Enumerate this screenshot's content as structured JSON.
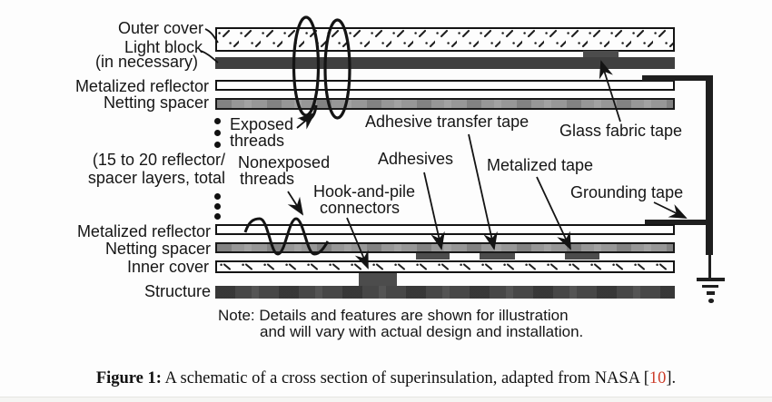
{
  "figure": {
    "labels": {
      "outer_cover": "Outer cover",
      "light_block": "Light block",
      "light_block_note": "(in necessary)",
      "metalized_reflector_upper": "Metalized reflector",
      "netting_spacer_upper": "Netting spacer",
      "stack_count_line1": "(15 to 20 reflector/",
      "stack_count_line2": "spacer layers, total",
      "exposed_threads_line1": "Exposed",
      "exposed_threads_line2": "threads",
      "nonexposed_threads_line1": "Nonexposed",
      "nonexposed_threads_line2": "threads",
      "hook_and_pile_line1": "Hook-and-pile",
      "hook_and_pile_line2": "connectors",
      "adhesive_transfer_tape": "Adhesive transfer tape",
      "adhesives": "Adhesives",
      "metalized_tape": "Metalized tape",
      "glass_fabric_tape": "Glass fabric tape",
      "grounding_tape": "Grounding tape",
      "metalized_reflector_lower": "Metalized reflector",
      "netting_spacer_lower": "Netting spacer",
      "inner_cover": "Inner cover",
      "structure": "Structure"
    },
    "note_line1": "Note: Details and features are shown for illustration",
    "note_line2": "and will vary with actual design and installation.",
    "caption": {
      "prefix": "Figure 1:",
      "body": " A schematic of a cross section of superinsulation, adapted from NASA ",
      "ref_open": "[",
      "ref": "10",
      "ref_close": "]."
    },
    "colors": {
      "reference_red": "#cd3d2a",
      "dark_layer": "#3f3f3f",
      "gray_layer": "#979797",
      "tape_black": "#1f1f1f"
    }
  }
}
